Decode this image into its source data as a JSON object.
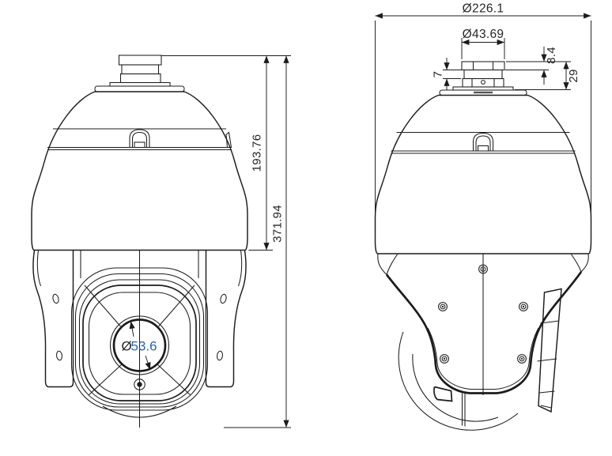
{
  "drawing": {
    "description": "Dimensional line drawing of a PTZ speed dome camera, front view (left) and side view (right)",
    "colors": {
      "line": "#1c1c1c",
      "dim_text": "#262626",
      "lens_value_blue": "#2766b1",
      "background": "#ffffff"
    }
  },
  "front_view": {
    "dims": {
      "upper_height": "193.76",
      "total_height": "371.94",
      "lens_diameter_symbol": "Ø",
      "lens_diameter_value": "53.6"
    }
  },
  "side_view": {
    "dims": {
      "overall_diameter": "Ø226.1",
      "cap_diameter": "Ø43.69",
      "cap_top_height": "8.4",
      "cap_ring_height": "7",
      "cap_total_height": "29"
    }
  }
}
